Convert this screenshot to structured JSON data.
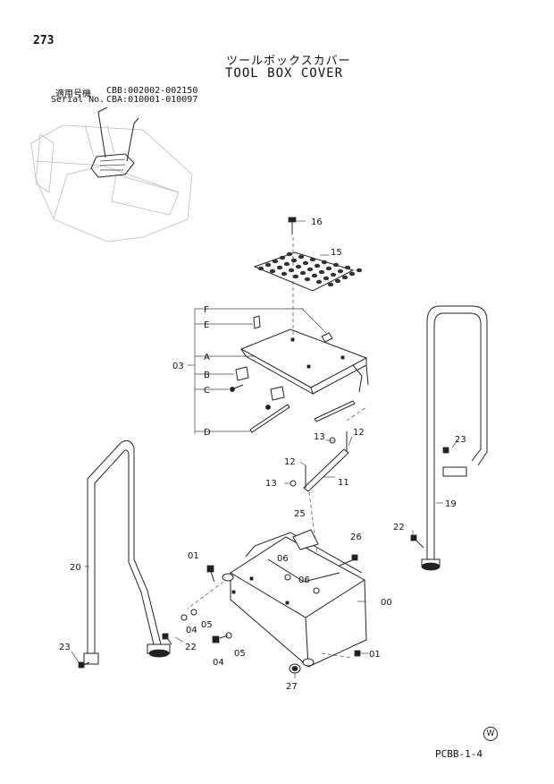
{
  "header": {
    "page_number": "273",
    "title_jp": "ツールボックスカバー",
    "title_en": "TOOL BOX COVER"
  },
  "serials": [
    {
      "label": "適用号機",
      "value": "CBB:002002-002150"
    },
    {
      "label": "Serial No.",
      "value": "CBA:010001-010097"
    }
  ],
  "callouts": {
    "p16": "16",
    "p15": "15",
    "pF": "F",
    "pE": "E",
    "pA": "A",
    "p03": "03",
    "pB": "B",
    "pC": "C",
    "pD": "D",
    "p13a": "13",
    "p12a": "12",
    "p23a": "23",
    "p12b": "12",
    "p11": "11",
    "p13b": "13",
    "p19": "19",
    "p25": "25",
    "p22a": "22",
    "p26": "26",
    "p01a": "01",
    "p06a": "06",
    "p20": "20",
    "p06b": "06",
    "p00": "00",
    "p05a": "05",
    "p04a": "04",
    "p22b": "22",
    "p23b": "23",
    "p04b": "04",
    "p05b": "05",
    "p01b": "01",
    "p27": "27"
  },
  "footer": {
    "code": "PCBB-1-4",
    "corner_mark": "W"
  }
}
